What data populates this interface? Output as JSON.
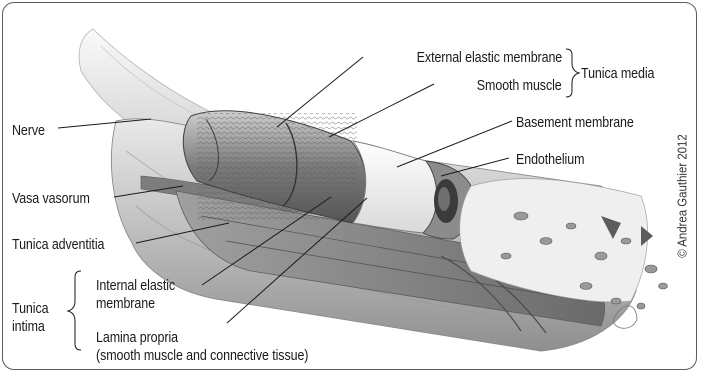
{
  "labels": {
    "external_elastic_membrane": "External elastic membrane",
    "smooth_muscle": "Smooth muscle",
    "tunica_media": "Tunica media",
    "basement_membrane": "Basement membrane",
    "endothelium": "Endothelium",
    "nerve": "Nerve",
    "vasa_vasorum": "Vasa vasorum",
    "tunica_adventitia": "Tunica adventitia",
    "internal_elastic_membrane_line1": "Internal elastic",
    "internal_elastic_membrane_line2": "membrane",
    "tunica_intima_line1": "Tunica",
    "tunica_intima_line2": "intima",
    "lamina_propria_line1": "Lamina propria",
    "lamina_propria_line2": "(smooth muscle and connective tissue)"
  },
  "credit": "© Andrea Gauthier 2012"
}
